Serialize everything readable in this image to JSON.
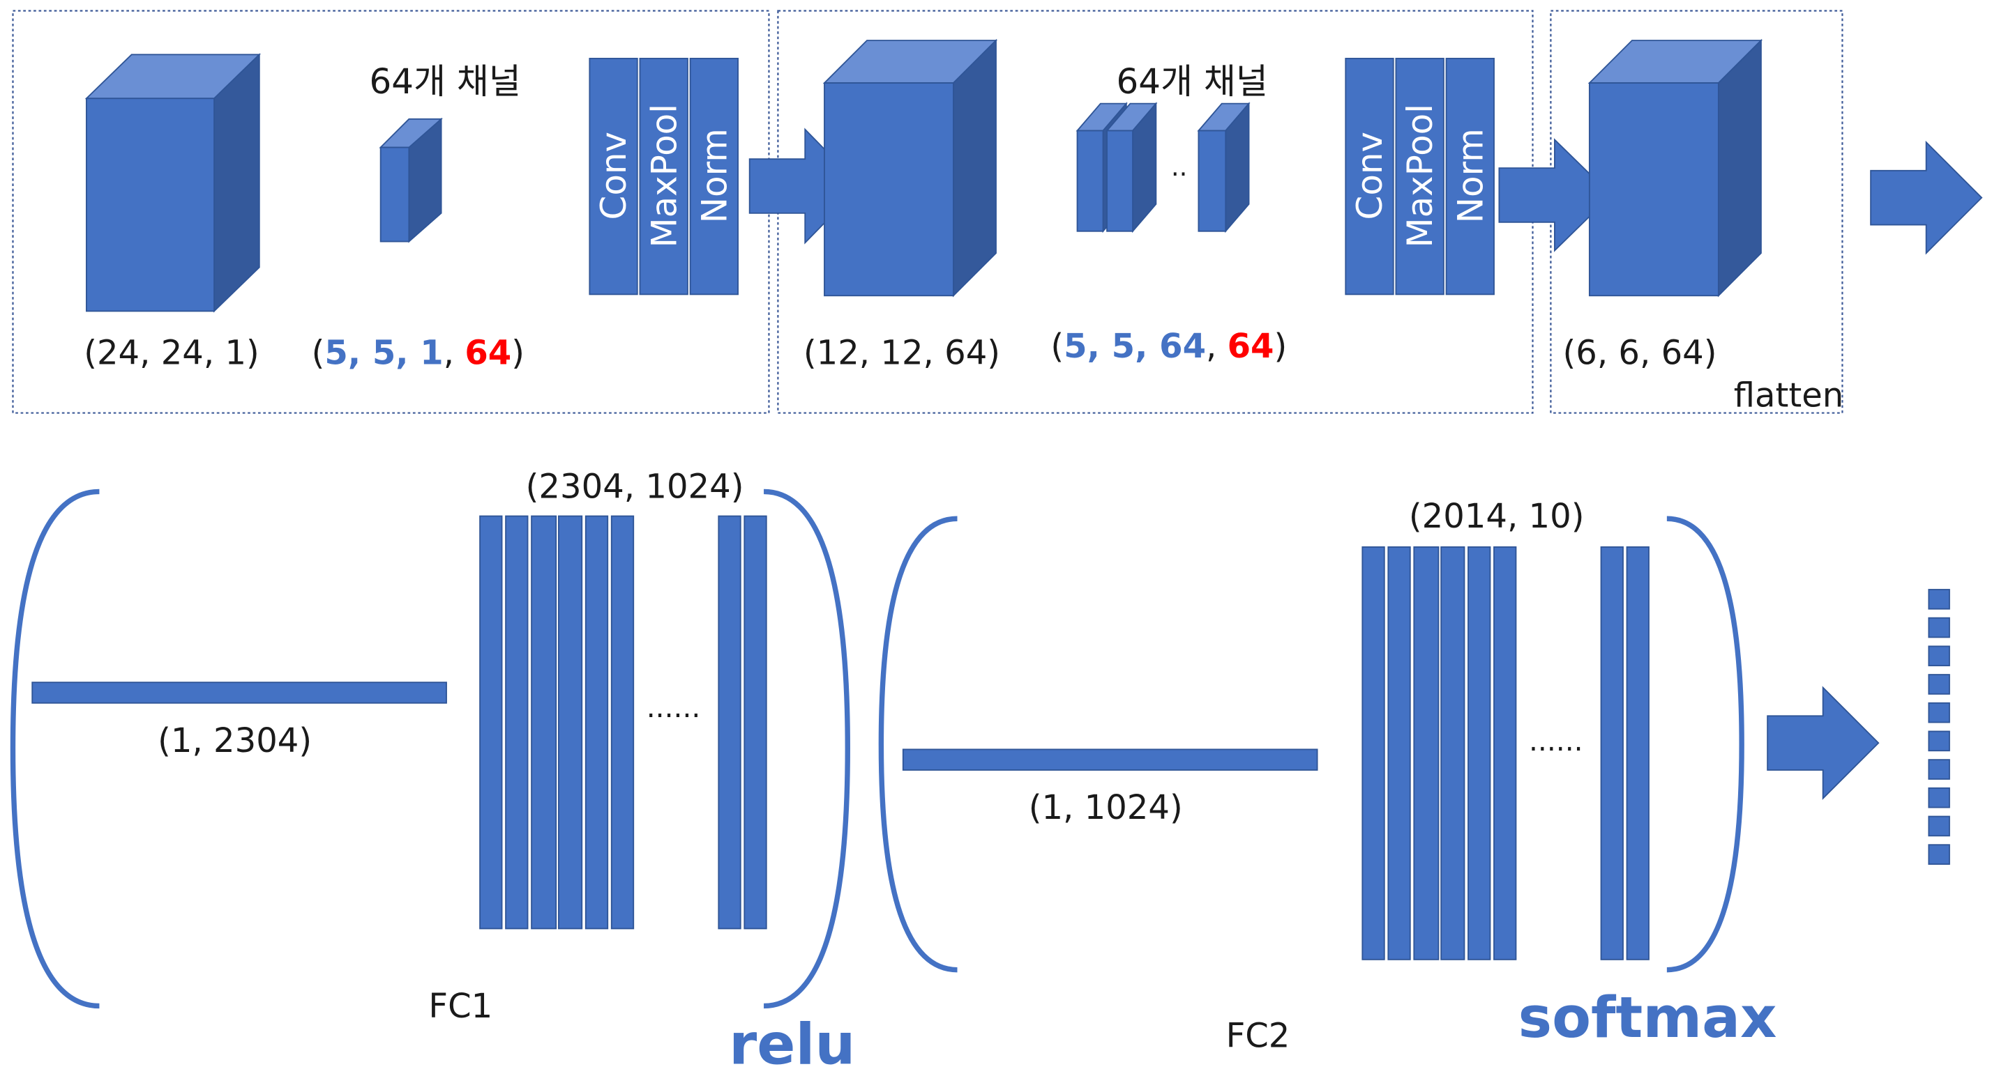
{
  "colors": {
    "face": "#4472C4",
    "top": "#6A8FD4",
    "side": "#34599B",
    "edge": "#2F5597",
    "frame": "#3D5A98",
    "text": "#1a1a1a",
    "accent_blue": "#4472C4",
    "accent_red": "#FF0000"
  },
  "stage1": {
    "input_shape": "(24, 24, 1)",
    "channels_label": "64개 채널",
    "kernel": {
      "open": "(",
      "a": "5, ",
      "b": "5, ",
      "c": "1",
      "sep": ", ",
      "d": "64",
      "close": ")"
    },
    "ops": [
      "Conv",
      "MaxPool",
      "Norm"
    ]
  },
  "stage2": {
    "input_shape": "(12, 12, 64)",
    "channels_label": "64개 채널",
    "dots": "..",
    "kernel": {
      "open": "(",
      "a": "5, ",
      "b": "5, ",
      "c": "64",
      "sep": ", ",
      "d": "64",
      "close": ")"
    },
    "ops": [
      "Conv",
      "MaxPool",
      "Norm"
    ]
  },
  "stage3": {
    "output_shape": "(6, 6, 64)",
    "flatten_label": "flatten"
  },
  "fc1": {
    "input_shape": "(1, 2304)",
    "weight_shape": "(2304, 1024)",
    "dots": "......",
    "label": "FC1",
    "activation": "relu"
  },
  "fc2": {
    "input_shape": "(1, 1024)",
    "weight_shape": "(2014, 10)",
    "dots": "......",
    "label": "FC2",
    "activation": "softmax"
  }
}
